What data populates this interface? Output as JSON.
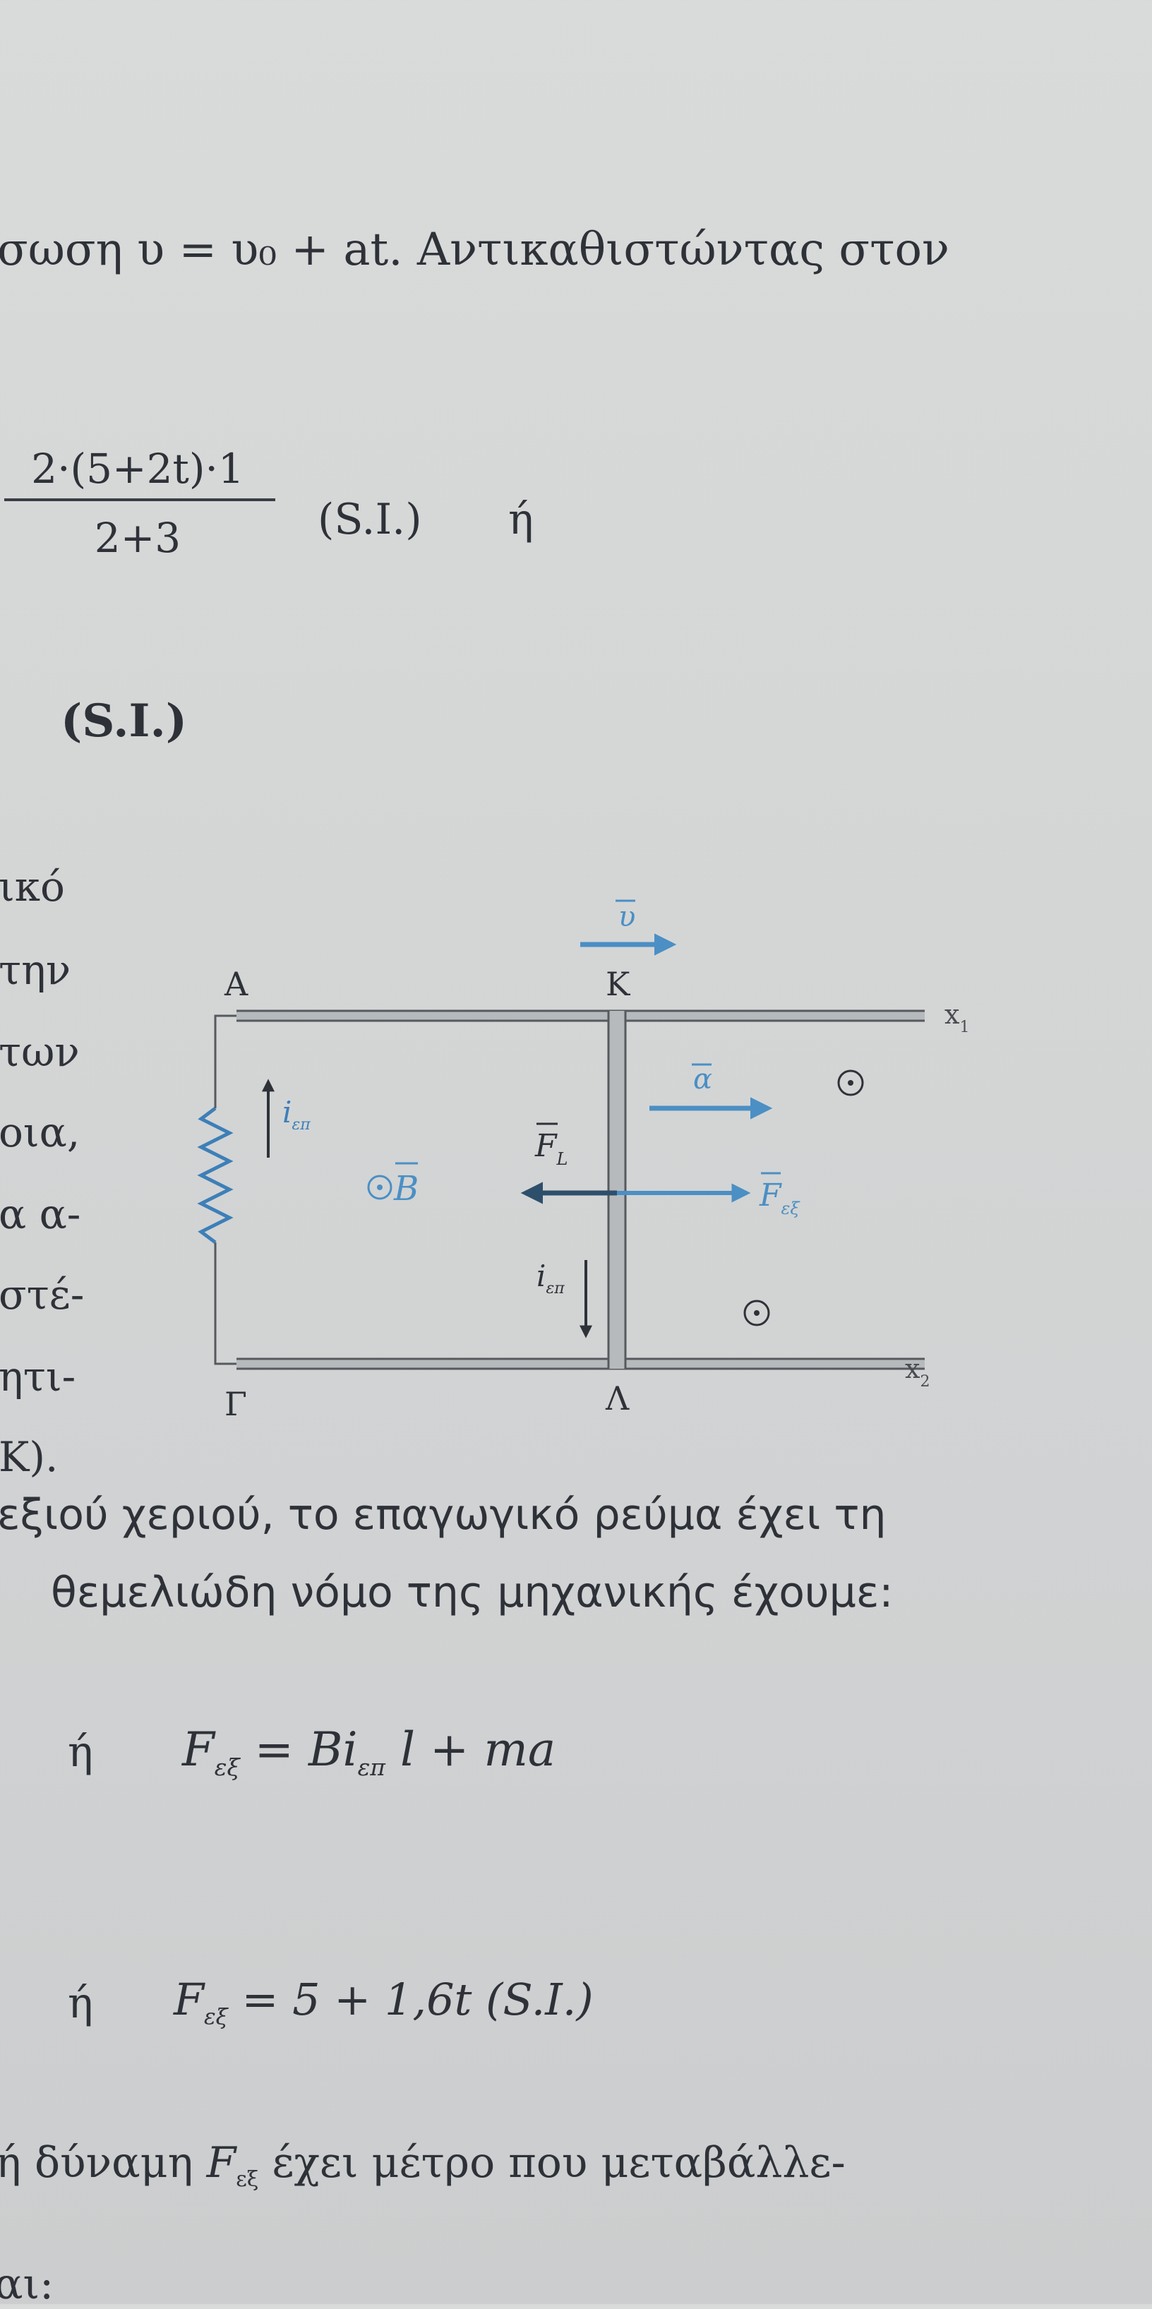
{
  "text": {
    "line1": "σωση  υ = υ₀ + at. Αντικαθιστώντας στον",
    "frac_num": "2·(5+2t)·1",
    "frac_den": "2+3",
    "frac_unit": "(S.I.)",
    "frac_eta": "ή",
    "si_bold": "(S.I.)",
    "word_fragments": [
      "ικό",
      "την",
      "των",
      "οια,",
      "α α-",
      "στέ-",
      "ητι-",
      "Κ)."
    ],
    "para1": "εξιού χεριού, το επαγωγικό ρεύμα έχει τη",
    "para2": "θεμελιώδη νόμο της μηχανικής έχουμε:",
    "eq1_eta": "ή",
    "eq1_F": "F",
    "eq1_sub": "εξ",
    "eq1_mid": " = Bi",
    "eq1_sub2": "επ",
    "eq1_rest": " l + ma",
    "eq2_eta": "ή",
    "eq2_F": "F",
    "eq2_sub": "εξ",
    "eq2_rest": " = 5 + 1,6t   (S.I.)",
    "last1_a": "ή δύναμη ",
    "last1_F": "F",
    "last1_sub": "εξ",
    "last1_b": " έχει μέτρο που μεταβάλλε-",
    "last2": "αι:"
  },
  "diagram": {
    "labels": {
      "A": "Α",
      "K": "Κ",
      "Gamma": "Γ",
      "Lambda": "Λ",
      "x1": "x",
      "x1_sub": "1",
      "x2": "x",
      "x2_sub": "2",
      "v": "υ",
      "a": "α",
      "FL": "F",
      "FL_sub": "L",
      "Fex": "F",
      "Fex_sub": "εξ",
      "B": "B",
      "i_left": "i",
      "i_left_sub": "επ",
      "i_rod": "i",
      "i_rod_sub": "επ"
    },
    "colors": {
      "vector_blue": "#4b8fc4",
      "rail_dark": "#56595d",
      "rail_light": "#b5b8bb",
      "resistor_blue": "#3d7fb8",
      "text_dark": "#2e3238"
    },
    "icons": [
      "resistor-icon",
      "dot-in-circle-icon"
    ]
  }
}
